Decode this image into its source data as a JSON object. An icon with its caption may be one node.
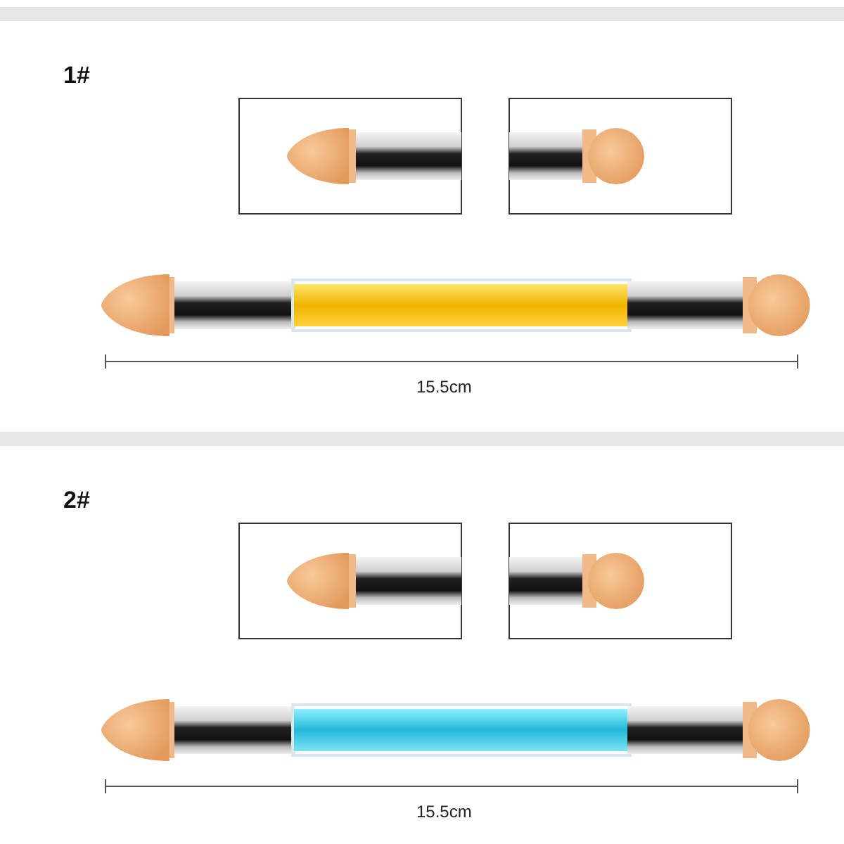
{
  "diagram": {
    "labels": [
      "1#",
      "15.5cm",
      "2#",
      "15.5cm"
    ]
  }
}
